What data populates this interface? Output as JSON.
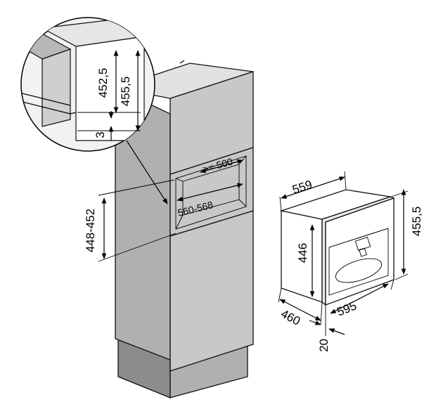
{
  "colors": {
    "cabinet_front": "#c8c8c8",
    "cabinet_side": "#b0b0b0",
    "cabinet_top": "#e2e2e2",
    "cabinet_dark": "#8c8c8c",
    "niche_interior": "#d9d9d9",
    "appliance_body": "#ffffff",
    "appliance_front": "#e9e9e9",
    "detail_circle_fill": "#f2f2f2"
  },
  "icons": [
    "dimension-arrow",
    "detail-callout-circle",
    "pointer-arrow"
  ],
  "dimensions": {
    "detail_inner_height": "452,5",
    "detail_outer_height": "455,5",
    "detail_gap": "3",
    "niche_depth": ">= 500",
    "niche_width": "560-568",
    "niche_height": "448-452",
    "appliance_width": "559",
    "appliance_height": "455,5",
    "appliance_front_height": "446",
    "appliance_depth": "460",
    "appliance_front_width": "595",
    "front_panel_thickness": "20"
  }
}
